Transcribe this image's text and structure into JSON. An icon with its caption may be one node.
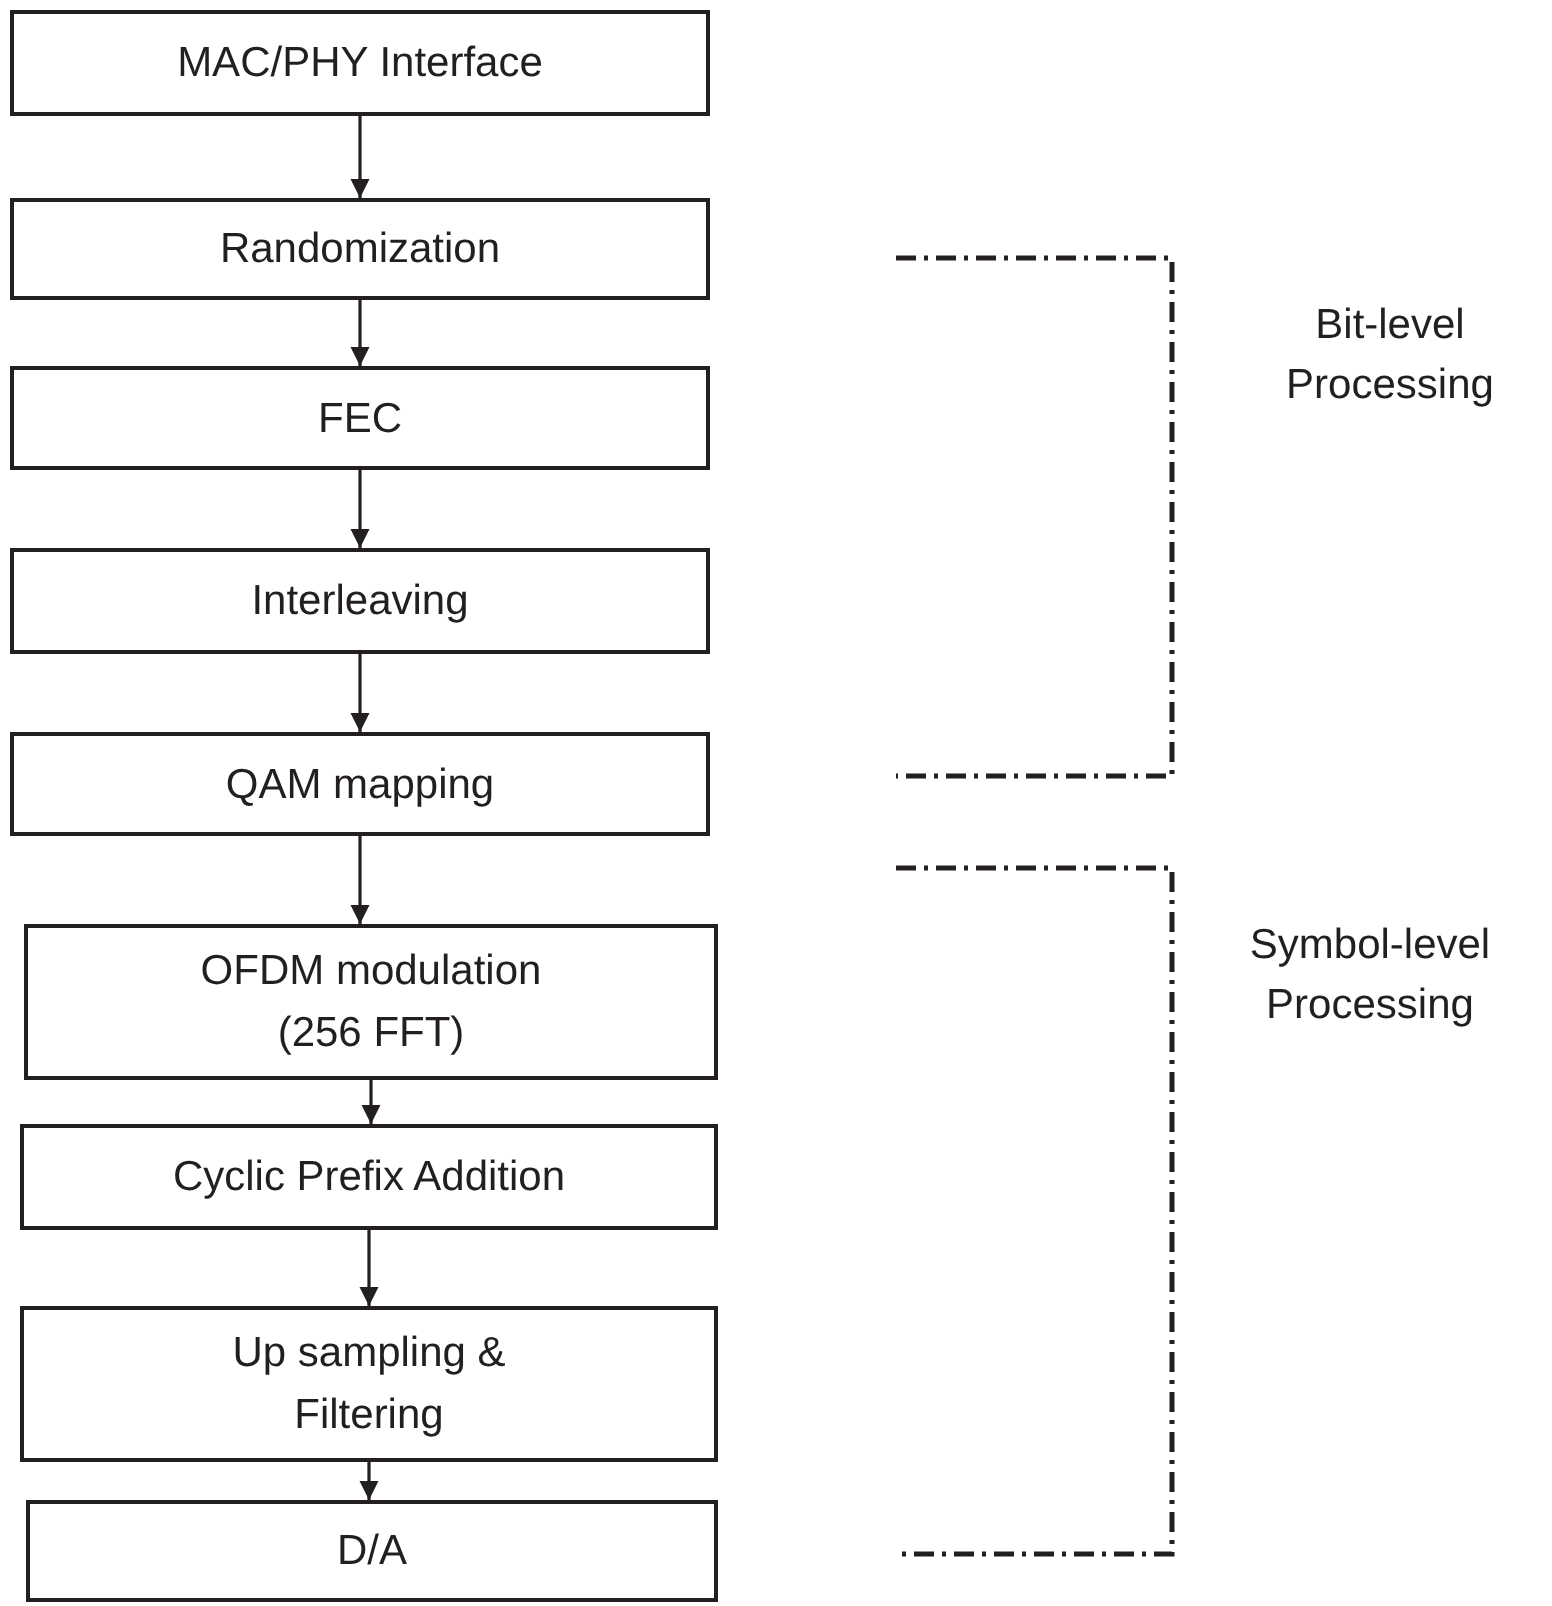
{
  "diagram": {
    "nodes": [
      {
        "text": [
          "MAC/PHY Interface"
        ]
      },
      {
        "text": [
          "Randomization"
        ]
      },
      {
        "text": [
          "FEC"
        ]
      },
      {
        "text": [
          "Interleaving"
        ]
      },
      {
        "text": [
          "QAM mapping"
        ]
      },
      {
        "text": [
          "OFDM modulation (256 FFT)"
        ]
      },
      {
        "text": [
          "Cyclic Prefix Addition"
        ]
      },
      {
        "text": [
          "Up sampling & Filtering"
        ]
      },
      {
        "text": [
          "D/A"
        ]
      }
    ],
    "edges": [
      {
        "from": 0,
        "to": 1,
        "arrow": "to"
      },
      {
        "from": 1,
        "to": 2,
        "arrow": "to"
      },
      {
        "from": 2,
        "to": 3,
        "arrow": "to"
      },
      {
        "from": 3,
        "to": 4,
        "arrow": "to"
      },
      {
        "from": 4,
        "to": 5,
        "arrow": "to"
      },
      {
        "from": 5,
        "to": 6,
        "arrow": "to"
      },
      {
        "from": 6,
        "to": 7,
        "arrow": "to"
      },
      {
        "from": 7,
        "to": 8,
        "arrow": "to"
      }
    ],
    "labels": [
      "Bit-level Processing",
      "Symbol-level Processing"
    ]
  }
}
